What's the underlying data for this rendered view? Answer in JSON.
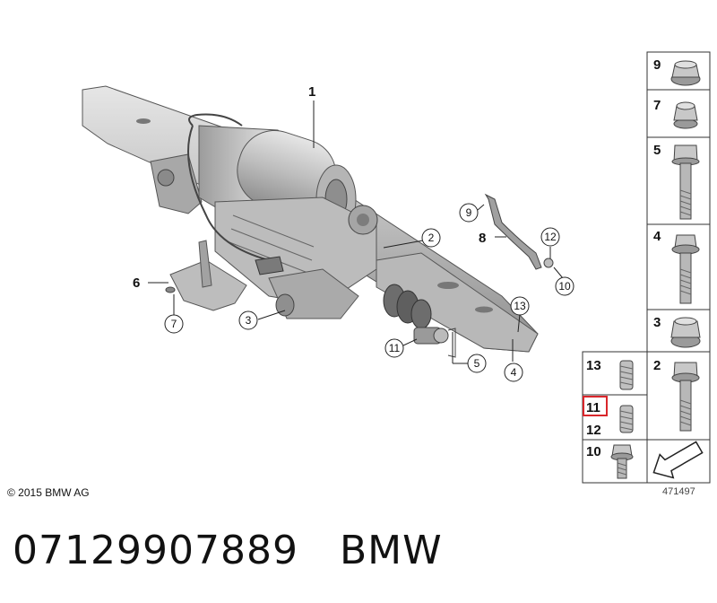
{
  "callouts": {
    "main": "1",
    "c2": "2",
    "c3": "3",
    "c4": "4",
    "c5": "5",
    "c6": "6",
    "c7": "7",
    "c8": "8",
    "c9": "9",
    "c10": "10",
    "c11": "11",
    "c12": "12",
    "c13": "13"
  },
  "parts_panel": {
    "items": [
      "9",
      "7",
      "5",
      "4",
      "3",
      "2",
      "13",
      "11",
      "12",
      "10"
    ],
    "highlighted": "11",
    "highlight_color": "#d9262b"
  },
  "copyright": "© 2015 BMW AG",
  "drawing_id": "471497",
  "part_number": "07129907889",
  "brand": "BMW",
  "colors": {
    "part_fill": "#cfcfcf",
    "part_dark": "#9a9a9a",
    "outline": "#444444"
  }
}
